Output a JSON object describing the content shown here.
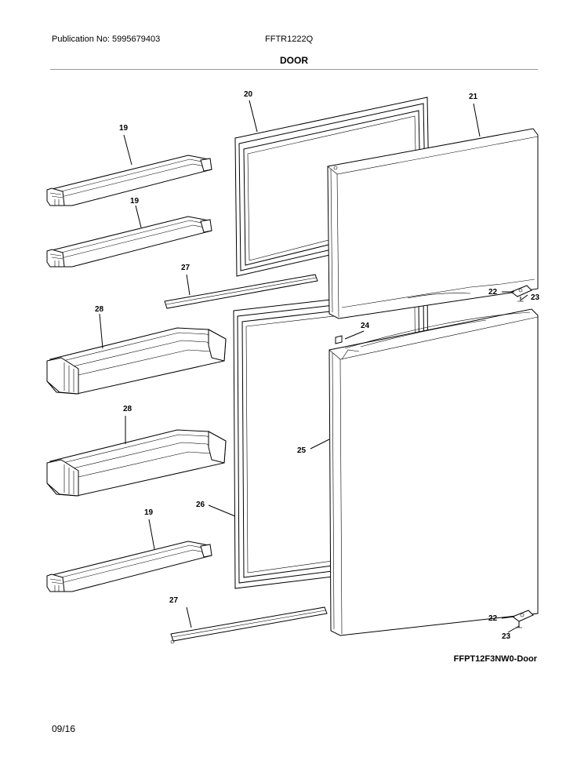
{
  "header": {
    "publication": "Publication No: 5995679403",
    "model": "FFTR1222Q",
    "section_title": "DOOR"
  },
  "diagram": {
    "callouts": {
      "shelf_19_a": "19",
      "shelf_19_b": "19",
      "shelf_19_c": "19",
      "gasket_20": "20",
      "freezer_door_21": "21",
      "hinge_22_top": "22",
      "pin_23_top": "23",
      "cap_24": "24",
      "fresh_food_door_25": "25",
      "gasket_26": "26",
      "trim_27_top": "27",
      "trim_27_bottom": "27",
      "bin_28_a": "28",
      "bin_28_b": "28",
      "hinge_22_bottom": "22",
      "pin_23_bottom": "23"
    },
    "figure_code": "FFPT12F3NW0-Door"
  },
  "footer": {
    "date": "09/16"
  }
}
